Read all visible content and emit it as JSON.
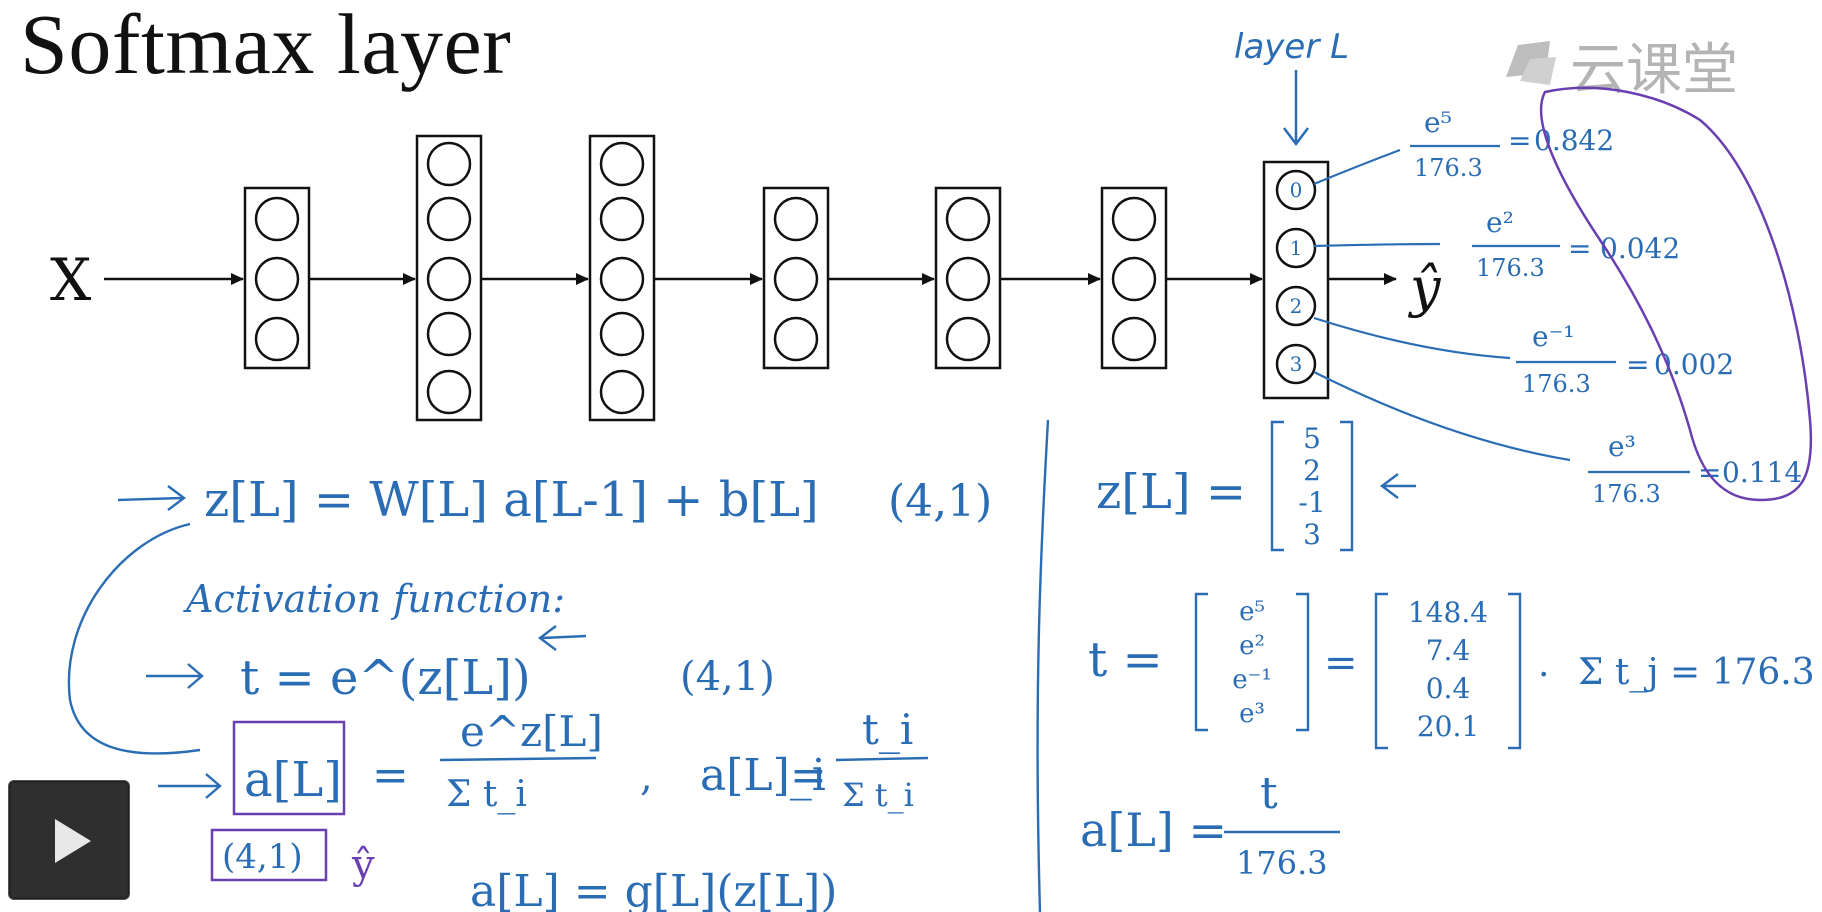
{
  "slide": {
    "title": "Softmax layer",
    "watermark": "云课堂"
  },
  "network": {
    "input_label": "X",
    "output_label": "ŷ",
    "layer_annotation": "layer L",
    "output_nodes": [
      "0",
      "1",
      "2",
      "3"
    ]
  },
  "softmax_outputs": [
    {
      "numerator": "e⁵",
      "denominator": "176.3",
      "value": "0.842"
    },
    {
      "numerator": "e²",
      "denominator": "176.3",
      "value": "0.042"
    },
    {
      "numerator": "e⁻¹",
      "denominator": "176.3",
      "value": "0.002"
    },
    {
      "numerator": "e³",
      "denominator": "176.3",
      "value": "0.114"
    }
  ],
  "left_notes": {
    "z_equation": "z[L] = W[L] a[L-1] + b[L]",
    "z_shape": "(4,1)",
    "activation_heading": "Activation function:",
    "t_equation": "t = e^(z[L])",
    "t_shape": "(4,1)",
    "a_lhs": "a[L]",
    "a_fraction_num": "e^z[L]",
    "a_fraction_den": "Σ t_i",
    "ai_lhs": "a[L]_i",
    "ai_num": "t_i",
    "ai_den": "Σ t_i",
    "a_shape": "(4,1)",
    "yhat": "ŷ",
    "g_equation": "a[L] = g[L](z[L])"
  },
  "right_notes": {
    "z_lhs": "z[L] =",
    "z_vector": [
      "5",
      "2",
      "-1",
      "3"
    ],
    "t_lhs": "t =",
    "t_vector": [
      "e⁵",
      "e²",
      "e⁻¹",
      "e³"
    ],
    "t_values": [
      "148.4",
      "7.4",
      "0.4",
      "20.1"
    ],
    "sum_expr": "Σ t_j = 176.3",
    "a_lhs": "a[L] =",
    "a_num": "t",
    "a_den": "176.3"
  },
  "colors": {
    "ink_blue": "#2a6db5",
    "highlight_purple": "#6a3fb0",
    "diagram_black": "#111111"
  }
}
